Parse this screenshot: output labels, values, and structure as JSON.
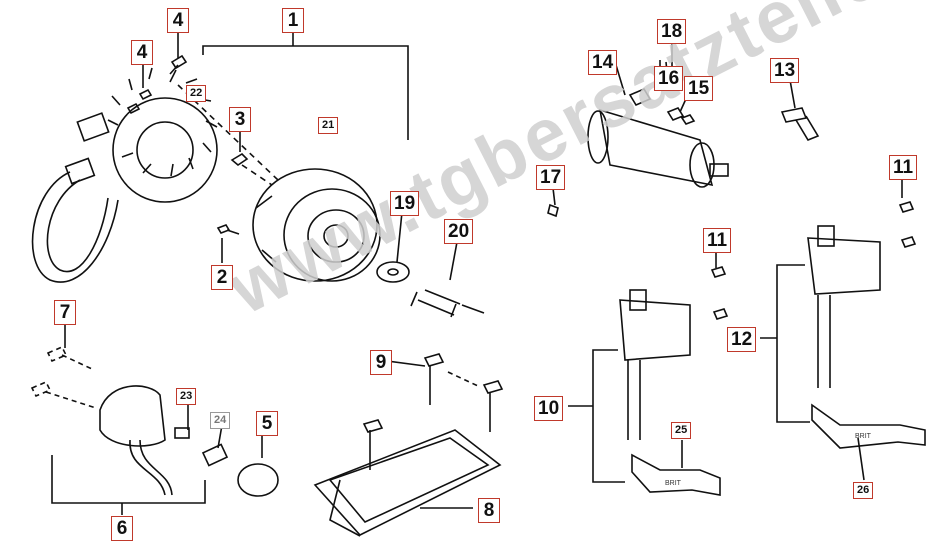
{
  "watermark": "www.tgbersatzteile.de",
  "callouts": {
    "p1": "1",
    "p2": "2",
    "p3": "3",
    "p4a": "4",
    "p4b": "4",
    "p5": "5",
    "p6": "6",
    "p7": "7",
    "p8": "8",
    "p9": "9",
    "p10": "10",
    "p11a": "11",
    "p11b": "11",
    "p12": "12",
    "p13": "13",
    "p14": "14",
    "p15": "15",
    "p16": "16",
    "p17": "17",
    "p18": "18",
    "p19": "19",
    "p20": "20",
    "p21": "21",
    "p22": "22",
    "p23": "23",
    "p24": "24",
    "p25": "25",
    "p26": "26"
  },
  "cap_labels": {
    "left": "BRIT",
    "right": "BRIT"
  }
}
